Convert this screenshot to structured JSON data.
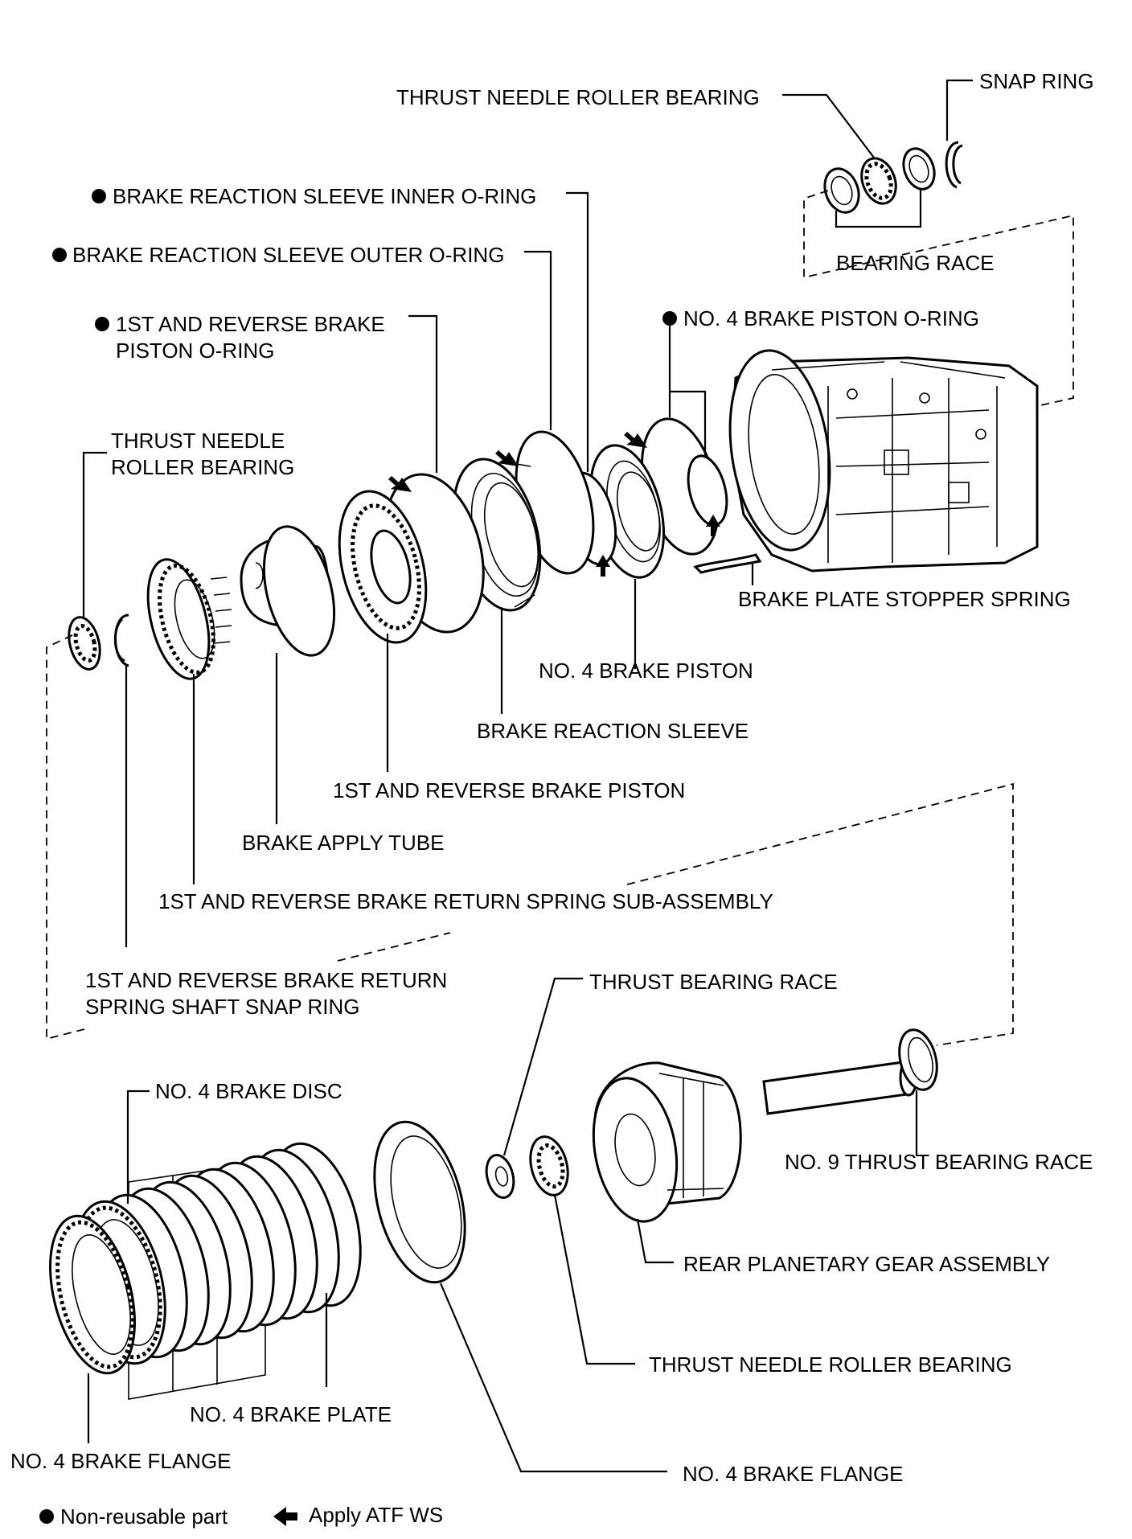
{
  "labels": {
    "snap_ring": "SNAP RING",
    "thrust_needle_top": "THRUST NEEDLE ROLLER BEARING",
    "bearing_race": "BEARING RACE",
    "inner_oring": "BRAKE REACTION SLEEVE INNER O-RING",
    "outer_oring": "BRAKE REACTION SLEEVE OUTER O-RING",
    "rev_piston_oring_1": "1ST AND REVERSE BRAKE",
    "rev_piston_oring_2": "PISTON O-RING",
    "no4_piston_oring": "NO. 4 BRAKE PISTON O-RING",
    "thrust_needle_left_1": "THRUST NEEDLE",
    "thrust_needle_left_2": "ROLLER BEARING",
    "stopper_spring": "BRAKE PLATE STOPPER SPRING",
    "no4_piston": "NO. 4 BRAKE PISTON",
    "reaction_sleeve": "BRAKE REACTION SLEEVE",
    "rev_piston": "1ST AND REVERSE BRAKE PISTON",
    "apply_tube": "BRAKE APPLY TUBE",
    "return_spring": "1ST AND REVERSE BRAKE RETURN SPRING SUB-ASSEMBLY",
    "return_snap_1": "1ST AND REVERSE BRAKE RETURN",
    "return_snap_2": "SPRING SHAFT SNAP RING",
    "thrust_bearing_race": "THRUST BEARING RACE",
    "no4_disc": "NO. 4 BRAKE DISC",
    "no9_race": "NO. 9 THRUST BEARING RACE",
    "rear_planetary": "REAR PLANETARY GEAR ASSEMBLY",
    "thrust_needle_bottom": "THRUST NEEDLE ROLLER BEARING",
    "no4_plate": "NO. 4 BRAKE  PLATE",
    "no4_flange_left": "NO. 4 BRAKE FLANGE",
    "no4_flange_right": "NO. 4 BRAKE FLANGE"
  },
  "legend": {
    "non_reusable": "Non-reusable part",
    "apply_atf": "Apply ATF WS"
  }
}
